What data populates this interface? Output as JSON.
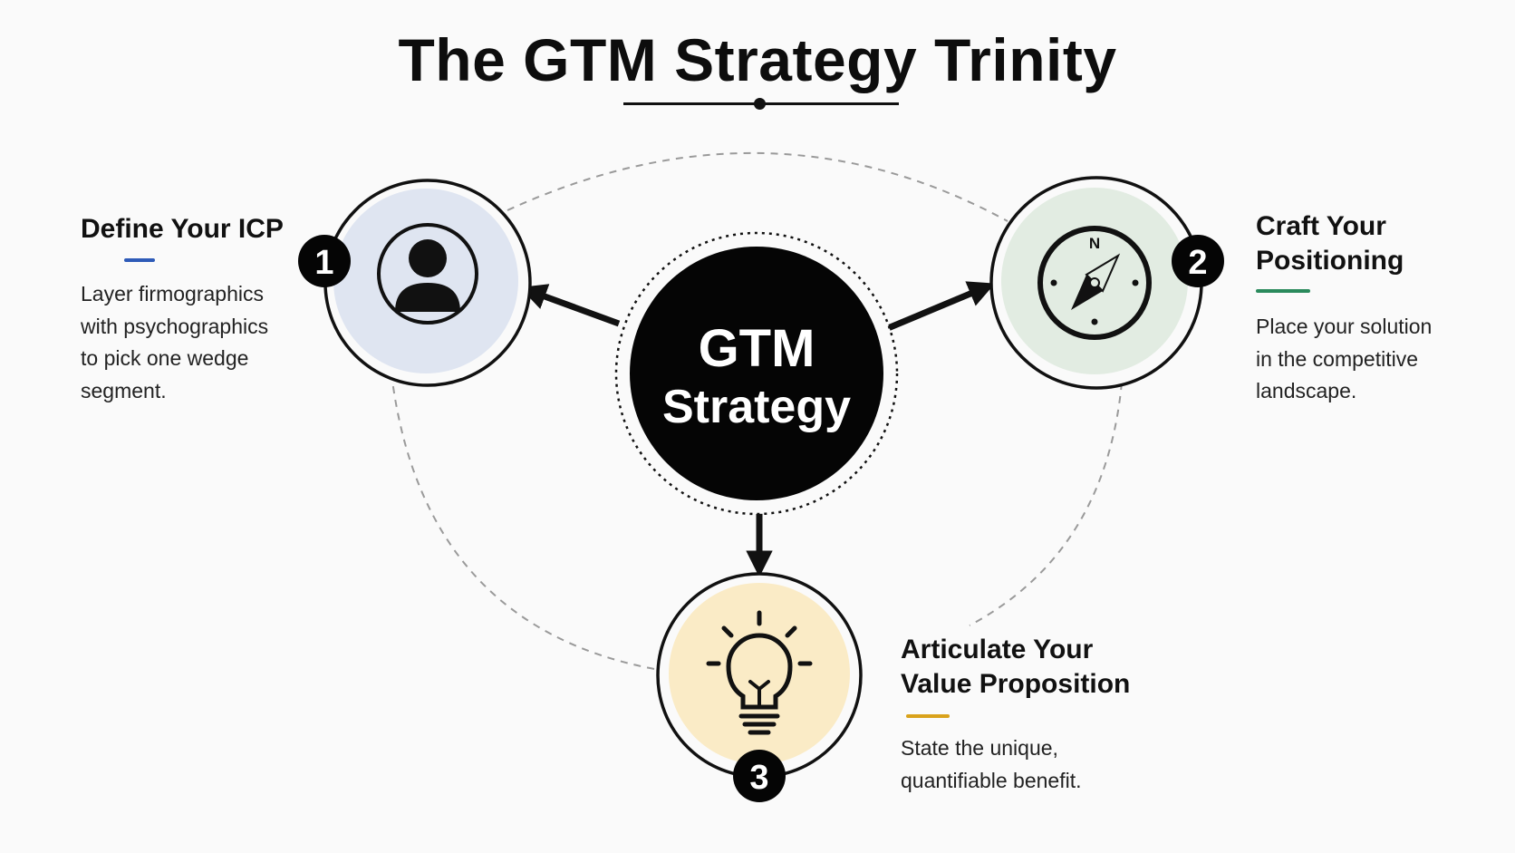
{
  "title": "The GTM Strategy Trinity",
  "center": {
    "line1": "GTM",
    "line2": "Strategy"
  },
  "steps": [
    {
      "number": "1",
      "heading_lines": [
        "Define Your ICP"
      ],
      "description_lines": [
        "Layer firmographics",
        "with psychographics",
        "to pick one wedge",
        "segment."
      ],
      "icon": "person-icon",
      "fill_color": "#dfe5f1",
      "accent_color": "#2e5bb8"
    },
    {
      "number": "2",
      "heading_lines": [
        "Craft Your",
        "Positioning"
      ],
      "description_lines": [
        "Place your solution",
        "in the competitive",
        "landscape."
      ],
      "icon": "compass-icon",
      "compass_letter": "N",
      "fill_color": "#e2ece2",
      "accent_color": "#2a8a5c"
    },
    {
      "number": "3",
      "heading_lines": [
        "Articulate Your",
        "Value Proposition"
      ],
      "description_lines": [
        "State the unique,",
        "quantifiable benefit."
      ],
      "icon": "lightbulb-icon",
      "fill_color": "#faebc6",
      "accent_color": "#d9a21b"
    }
  ]
}
